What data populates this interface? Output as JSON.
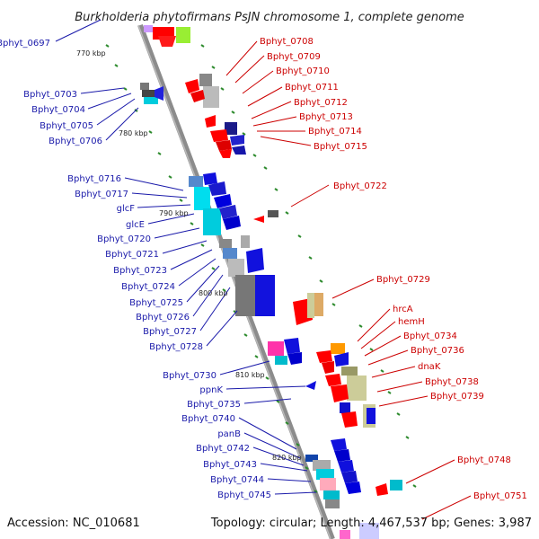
{
  "title": "Burkholderia phytofirmans PsJN chromosome 1, complete genome",
  "footer": {
    "accession": "Accession: NC_010681",
    "topology": "Topology: circular; Length: 4,467,537 bp; Genes: 3,987"
  },
  "colors": {
    "reverse_label": "#1a1aaa",
    "forward_label": "#cc0000",
    "backbone": "#8c8c8c",
    "tick": "#2e8b2e"
  },
  "kbp_marks": [
    "770 kbp",
    "780 kbp",
    "790 kbp",
    "800 kbp",
    "810 kbp",
    "820 kbp"
  ],
  "left_labels": [
    "Bphyt_0697",
    "Bphyt_0703",
    "Bphyt_0704",
    "Bphyt_0705",
    "Bphyt_0706",
    "Bphyt_0716",
    "Bphyt_0717",
    "glcF",
    "glcE",
    "Bphyt_0720",
    "Bphyt_0721",
    "Bphyt_0723",
    "Bphyt_0724",
    "Bphyt_0725",
    "Bphyt_0726",
    "Bphyt_0727",
    "Bphyt_0728",
    "Bphyt_0730",
    "ppnK",
    "Bphyt_0735",
    "Bphyt_0740",
    "panB",
    "Bphyt_0742",
    "Bphyt_0743",
    "Bphyt_0744",
    "Bphyt_0745"
  ],
  "right_labels": [
    "Bphyt_0708",
    "Bphyt_0709",
    "Bphyt_0710",
    "Bphyt_0711",
    "Bphyt_0712",
    "Bphyt_0713",
    "Bphyt_0714",
    "Bphyt_0715",
    "Bphyt_0722",
    "Bphyt_0729",
    "hrcA",
    "hemH",
    "Bphyt_0734",
    "Bphyt_0736",
    "dnaK",
    "Bphyt_0738",
    "Bphyt_0739",
    "Bphyt_0748",
    "Bphyt_0751"
  ]
}
